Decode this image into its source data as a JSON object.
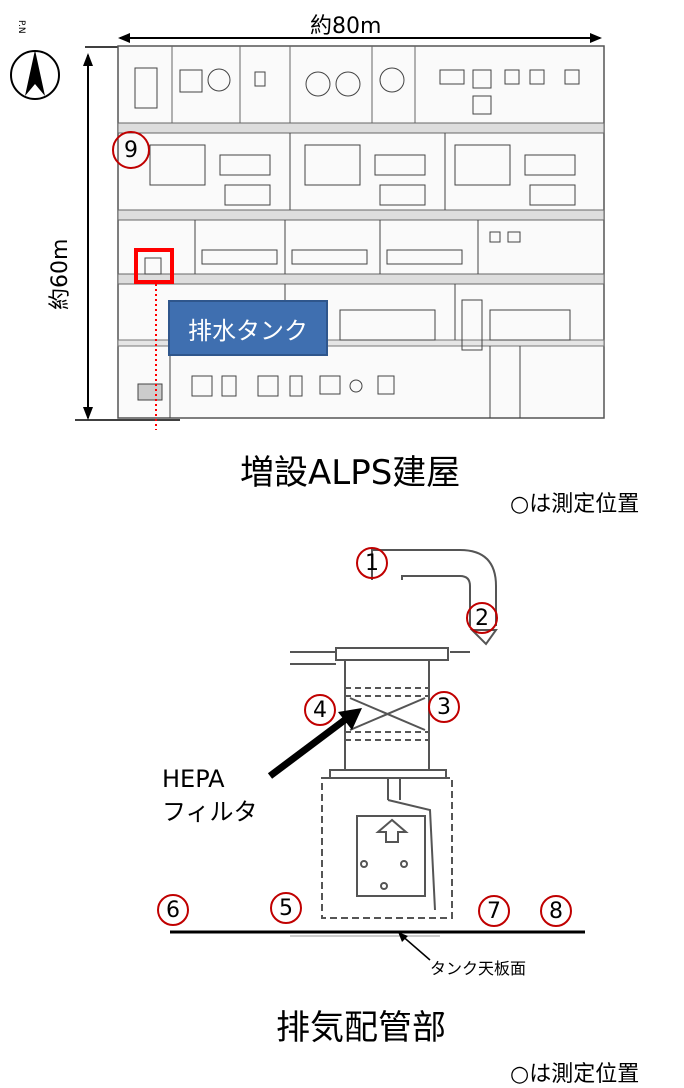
{
  "building_plan": {
    "width_label": "約80m",
    "height_label": "約60m",
    "north_label": "P.N",
    "tank_label": "排水タンク",
    "marker_9": "9",
    "caption": "増設ALPS建屋",
    "legend": "○は測定位置"
  },
  "exhaust_detail": {
    "markers": [
      "1",
      "2",
      "3",
      "4",
      "5",
      "6",
      "7",
      "8"
    ],
    "hepa_label_line1": "HEPA",
    "hepa_label_line2": "フィルタ",
    "tank_top_label": "タンク天板面",
    "caption": "排気配管部",
    "legend": "○は測定位置"
  },
  "colors": {
    "marker": "#c00000",
    "tank_box": "#3f6fb0",
    "highlight": "#ff0000"
  }
}
